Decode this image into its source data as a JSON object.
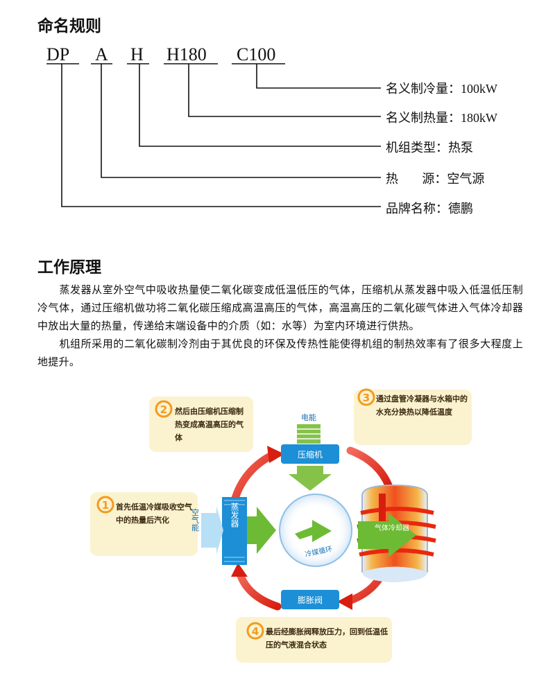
{
  "naming": {
    "title": "命名规则",
    "codes": [
      "DP",
      "A",
      "H",
      "H180",
      "C100"
    ],
    "labels": [
      {
        "key": "名义制冷量：",
        "value": "100kW"
      },
      {
        "key": "名义制热量：",
        "value": "180kW"
      },
      {
        "key": "机组类型：",
        "value": "热泵"
      },
      {
        "key": "热      源：",
        "value": "空气源"
      },
      {
        "key": "品牌名称：",
        "value": "德鹏"
      }
    ]
  },
  "principle": {
    "title": "工作原理",
    "paragraphs": [
      "蒸发器从室外空气中吸收热量使二氧化碳变成低温低压的气体，压缩机从蒸发器中吸入低温低压制冷气体，通过压缩机做功将二氧化碳压缩成高温高压的气体，高温高压的二氧化碳气体进入气体冷却器中放出大量的热量，传递给末端设备中的介质（如：水等）为室内环境进行供热。",
      "机组所采用的二氧化碳制冷剂由于其优良的环保及传热性能使得机组的制热效率有了很多大程度上地提升。"
    ]
  },
  "diagram": {
    "electric_energy": "电能",
    "compressor": "压缩机",
    "evaporator": "蒸发器",
    "air_energy": "空气能",
    "refrigerant_cycle": "冷媒循环",
    "gas_cooler": "气体冷却器",
    "expansion_valve": "膨胀阀",
    "steps": [
      {
        "num": "1",
        "text": "首先低温冷媒吸收空气中的热量后汽化"
      },
      {
        "num": "2",
        "text": "然后由压缩机压缩制热变成高温高压的气体"
      },
      {
        "num": "3",
        "text": "通过盘管冷凝器与水箱中的水充分换热以降低温度"
      },
      {
        "num": "4",
        "text": "最后经膨胀阀释放压力，回到低温低压的气液混合状态"
      }
    ],
    "colors": {
      "blue": "#1c8fd6",
      "red": "#e5261e",
      "green": "#5db832",
      "note_bg": "#fbf2cf",
      "step_orange": "#f39a1e"
    }
  }
}
